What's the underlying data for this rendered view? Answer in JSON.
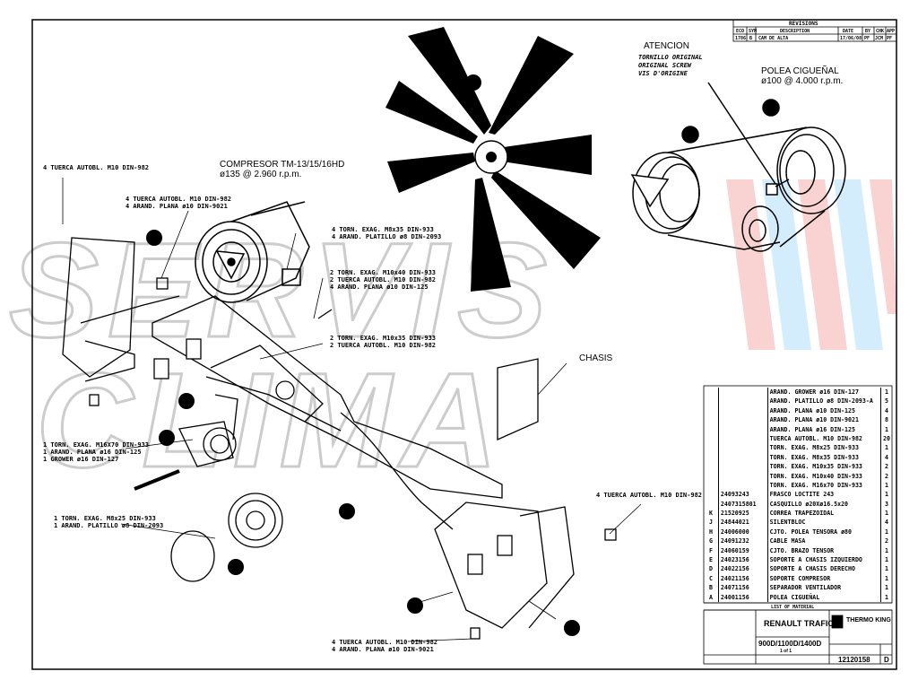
{
  "revisions": {
    "title": "REVISIONS",
    "headers": [
      "ECO",
      "SYM",
      "DESCRIPTION",
      "DATE",
      "BY",
      "CHK",
      "APP"
    ],
    "row": [
      "1786",
      "B",
      "CAM DE ALTA",
      "17/06/08",
      "PF",
      "JCM",
      "PF"
    ]
  },
  "callouts": {
    "atencion_title": "ATENCION",
    "atencion_lines": [
      "TORNILLO ORIGINAL",
      "ORIGINAL SCREW",
      "VIS D'ORIGINE"
    ],
    "polea_title": "POLEA CIGUEÑAL",
    "polea_spec": "ø100 @ 4.000 r.p.m.",
    "compresor_title": "COMPRESOR TM-13/15/16HD",
    "compresor_spec": "ø135 @ 2.960 r.p.m.",
    "chasis": "CHASIS"
  },
  "labels": {
    "l1": [
      "4 TUERCA AUTOBL. M10 DIN-982"
    ],
    "l2": [
      "4 TUERCA AUTOBL. M10 DIN-982",
      "4 ARAND. PLANA ø10 DIN-9021"
    ],
    "l3": [
      "4 TORN. EXAG. M8x35 DIN-933",
      "4 ARAND. PLATILLO ø8 DIN-2093"
    ],
    "l4": [
      "2 TORN. EXAG. M10x40 DIN-933",
      "2 TUERCA AUTOBL. M10 DIN-982",
      "4 ARAND. PLANA ø10 DIN-125"
    ],
    "l5": [
      "2 TORN. EXAG. M10x35 DIN-933",
      "2 TUERCA AUTOBL. M10 DIN-982"
    ],
    "l6": [
      "1 TORN. EXAG. M16X70 DIN-933",
      "1 ARAND. PLANA ø16 DIN-125",
      "1 GROWER ø16 DIN-127"
    ],
    "l7": [
      "1 TORN. EXAG. M8x25 DIN-933",
      "1 ARAND. PLATILLO ø8 DIN-2093"
    ],
    "l8": [
      "4 TUERCA AUTOBL. M10 DIN-982"
    ],
    "l9": [
      "4 TUERCA AUTOBL. M10 DIN-982",
      "4 ARAND. PLANA ø10 DIN-9021"
    ]
  },
  "bom": [
    {
      "code": "",
      "part": "",
      "desc": "ARAND. GROWER ø16 DIN-127",
      "qty": "1"
    },
    {
      "code": "",
      "part": "",
      "desc": "ARAND. PLATILLO ø8 DIN-2093-A",
      "qty": "5"
    },
    {
      "code": "",
      "part": "",
      "desc": "ARAND. PLANA ø10 DIN-125",
      "qty": "4"
    },
    {
      "code": "",
      "part": "",
      "desc": "ARAND. PLANA ø10 DIN-9021",
      "qty": "8"
    },
    {
      "code": "",
      "part": "",
      "desc": "ARAND. PLANA ø16 DIN-125",
      "qty": "1"
    },
    {
      "code": "",
      "part": "",
      "desc": "TUERCA AUTOBL. M10 DIN-982",
      "qty": "20"
    },
    {
      "code": "",
      "part": "",
      "desc": "TORN. EXAG. M8x25 DIN-933",
      "qty": "1"
    },
    {
      "code": "",
      "part": "",
      "desc": "TORN. EXAG. M8x35 DIN-933",
      "qty": "4"
    },
    {
      "code": "",
      "part": "",
      "desc": "TORN. EXAG. M10x35 DIN-933",
      "qty": "2"
    },
    {
      "code": "",
      "part": "",
      "desc": "TORN. EXAG. M10x40 DIN-933",
      "qty": "2"
    },
    {
      "code": "",
      "part": "",
      "desc": "TORN. EXAG. M16x70 DIN-933",
      "qty": "1"
    },
    {
      "code": "",
      "part": "24093243",
      "desc": "FRASCO LOCTITE 243",
      "qty": "1"
    },
    {
      "code": "",
      "part": "2407315801",
      "desc": "CASQUILLO ø20Xø16.5x20",
      "qty": "3"
    },
    {
      "code": "K",
      "part": "21520925",
      "desc": "CORREA TRAPEZOIDAL",
      "qty": "1"
    },
    {
      "code": "J",
      "part": "24844021",
      "desc": "SILENTBLOC",
      "qty": "4"
    },
    {
      "code": "H",
      "part": "24006000",
      "desc": "CJTO. POLEA TENSORA ø80",
      "qty": "1"
    },
    {
      "code": "G",
      "part": "24091232",
      "desc": "CABLE MASA",
      "qty": "2"
    },
    {
      "code": "F",
      "part": "24060159",
      "desc": "CJTO. BRAZO TENSOR",
      "qty": "1"
    },
    {
      "code": "E",
      "part": "24023156",
      "desc": "SOPORTE A CHASIS IZQUIERDO",
      "qty": "1"
    },
    {
      "code": "D",
      "part": "24022156",
      "desc": "SOPORTE A CHASIS DERECHO",
      "qty": "1"
    },
    {
      "code": "C",
      "part": "24021156",
      "desc": "SOPORTE COMPRESOR",
      "qty": "1"
    },
    {
      "code": "B",
      "part": "24071156",
      "desc": "SEPARADOR VENTILADOR",
      "qty": "1"
    },
    {
      "code": "A",
      "part": "24001156",
      "desc": "POLEA CIGUEÑAL",
      "qty": "1"
    }
  ],
  "bom_footer": "LIST OF MATERIAL",
  "title_block": {
    "vehicle": "RENAULT TRAFIC",
    "models": "900D/1100D/1400D",
    "drawing_number": "12120158",
    "revision": "D",
    "company": "THERMO KING",
    "sheet": "1 of 1"
  },
  "watermark": "SERVIS CLIMA"
}
